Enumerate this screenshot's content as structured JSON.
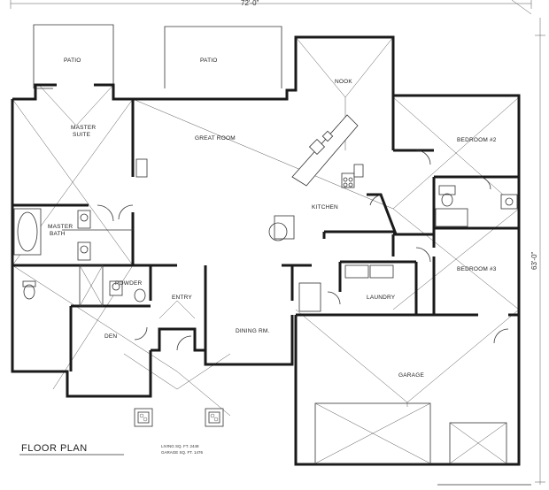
{
  "plan": {
    "title": "FLOOR PLAN",
    "area_living": "LIVING SQ. FT. 2448",
    "area_garage": "GARAGE SQ. FT. 1476",
    "dim_top": "72'-0\"",
    "dim_right": "63'-0\"",
    "rooms": {
      "patio_left": "PATIO",
      "patio_center": "PATIO",
      "nook": "NOOK",
      "master_suite_1": "MASTER",
      "master_suite_2": "SUITE",
      "great_room": "GREAT ROOM",
      "bedroom_2": "BEDROOM #2",
      "kitchen": "KITCHEN",
      "master_bath_1": "MASTER",
      "master_bath_2": "BATH",
      "bedroom_3": "BEDROOM #3",
      "powder": "POWDER",
      "entry": "ENTRY",
      "laundry": "LAUNDRY",
      "den": "DEN",
      "dining": "DINING RM.",
      "garage": "GARAGE"
    }
  }
}
